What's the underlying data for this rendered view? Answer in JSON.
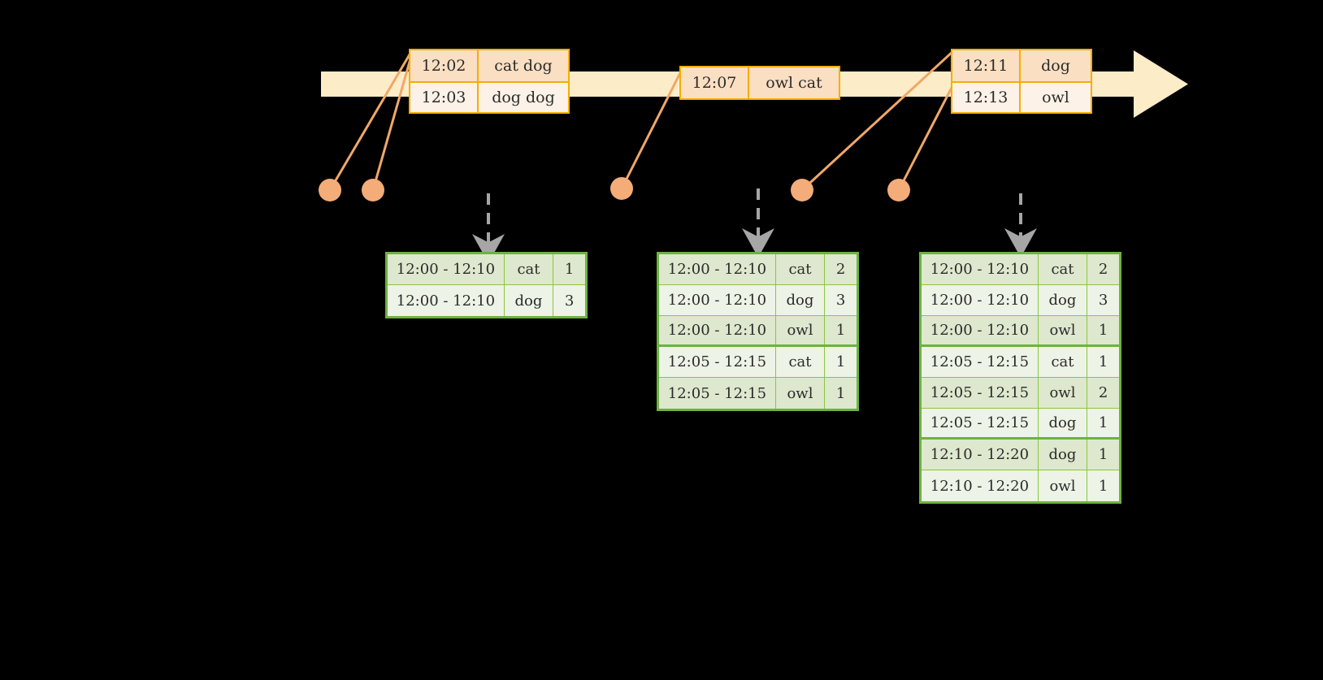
{
  "colors": {
    "background": "#000000",
    "timeline_bar": "#FDECC8",
    "event_border": "#F5AE00",
    "event_shade": "#FBDFC2",
    "event_light": "#FDF2E8",
    "connector": "#F0A868",
    "dot": "#F4AC78",
    "table_border": "#6CB33F",
    "table_gridline": "#8CC63F",
    "row_shade": "#DDE8CE",
    "row_light": "#EDF3E6",
    "dashed_arrow": "#A6A6A6"
  },
  "timeline": {
    "name": "event-stream-timeline",
    "events": [
      {
        "id": "event-group-1",
        "rows": [
          {
            "time": "12:02",
            "payload": "cat dog"
          },
          {
            "time": "12:03",
            "payload": "dog dog"
          }
        ]
      },
      {
        "id": "event-group-2",
        "rows": [
          {
            "time": "12:07",
            "payload": "owl cat"
          }
        ]
      },
      {
        "id": "event-group-3",
        "rows": [
          {
            "time": "12:11",
            "payload": "dog"
          },
          {
            "time": "12:13",
            "payload": "owl"
          }
        ]
      }
    ]
  },
  "results": [
    {
      "id": "result-table-1",
      "rows": [
        {
          "window": "12:00 - 12:10",
          "key": "cat",
          "count": "1"
        },
        {
          "window": "12:00 - 12:10",
          "key": "dog",
          "count": "3"
        }
      ]
    },
    {
      "id": "result-table-2",
      "rows": [
        {
          "window": "12:00 - 12:10",
          "key": "cat",
          "count": "2"
        },
        {
          "window": "12:00 - 12:10",
          "key": "dog",
          "count": "3"
        },
        {
          "window": "12:00 - 12:10",
          "key": "owl",
          "count": "1"
        },
        {
          "window": "12:05 - 12:15",
          "key": "cat",
          "count": "1"
        },
        {
          "window": "12:05 - 12:15",
          "key": "owl",
          "count": "1"
        }
      ]
    },
    {
      "id": "result-table-3",
      "rows": [
        {
          "window": "12:00 - 12:10",
          "key": "cat",
          "count": "2"
        },
        {
          "window": "12:00 - 12:10",
          "key": "dog",
          "count": "3"
        },
        {
          "window": "12:00 - 12:10",
          "key": "owl",
          "count": "1"
        },
        {
          "window": "12:05 - 12:15",
          "key": "cat",
          "count": "1"
        },
        {
          "window": "12:05 - 12:15",
          "key": "owl",
          "count": "2"
        },
        {
          "window": "12:05 - 12:15",
          "key": "dog",
          "count": "1"
        },
        {
          "window": "12:10 - 12:20",
          "key": "dog",
          "count": "1"
        },
        {
          "window": "12:10 - 12:20",
          "key": "owl",
          "count": "1"
        }
      ]
    }
  ]
}
